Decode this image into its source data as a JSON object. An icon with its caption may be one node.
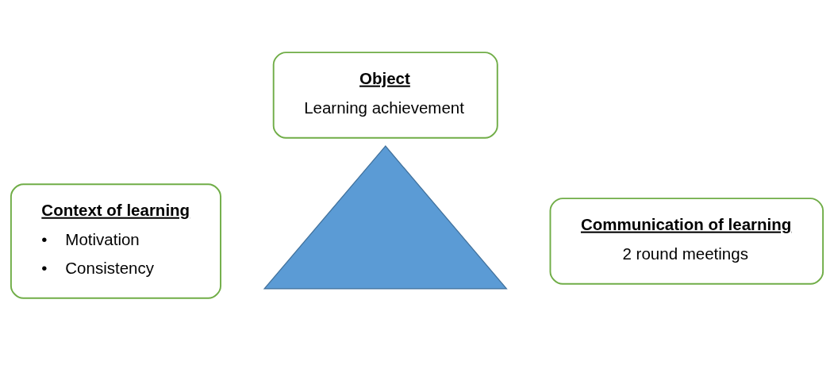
{
  "diagram": {
    "nodes": [
      {
        "text": [
          "Object",
          "Learning achievement"
        ]
      },
      {
        "text": [],
        "shape": "triangle"
      },
      {
        "text": [
          "Context of learning",
          "•    Motivation",
          "•    Consistency"
        ]
      },
      {
        "text": [
          "Communication of learning",
          "2 round meetings"
        ]
      }
    ],
    "edges": []
  }
}
